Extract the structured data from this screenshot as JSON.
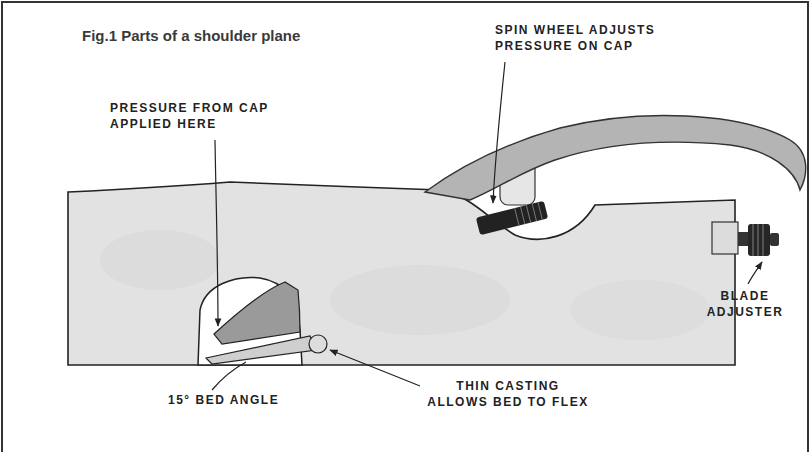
{
  "diagram": {
    "title": "Fig.1 Parts of a shoulder plane",
    "labels": [
      "SPIN WHEEL ADJUSTS PRESSURE ON CAP",
      "PRESSURE FROM CAP APPLIED HERE",
      "BLADE ADJUSTER",
      "15° BED ANGLE",
      "THIN CASTING ALLOWS BED TO FLEX"
    ]
  }
}
